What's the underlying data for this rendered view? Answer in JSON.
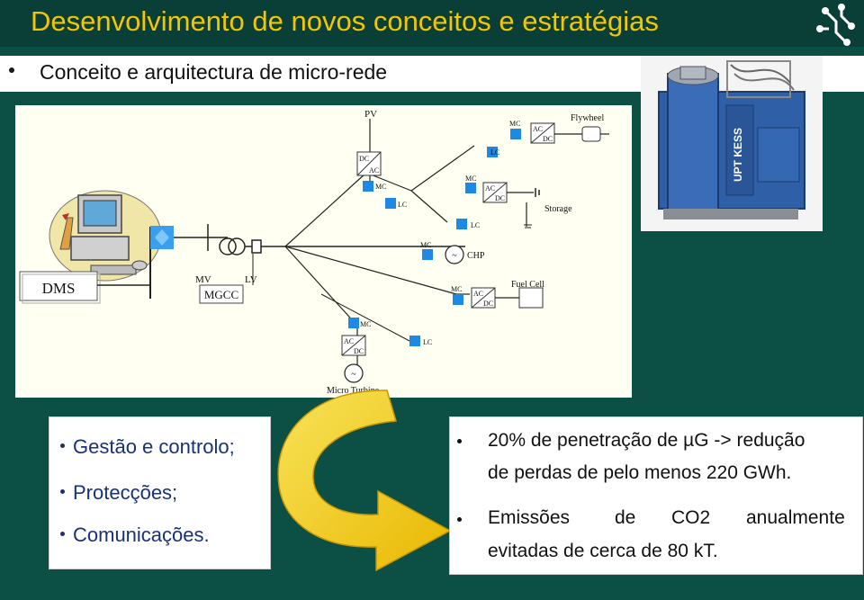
{
  "slide": {
    "title": "Desenvolvimento de novos conceitos e estratégias",
    "subtitle": "Conceito e arquitectura de micro-rede"
  },
  "diagram": {
    "dms": "DMS",
    "mgcc": "MGCC",
    "mv": "MV",
    "lv": "LV",
    "pv": "PV",
    "flywheel": "Flywheel",
    "storage": "Storage",
    "chp": "CHP",
    "fuel_cell": "Fuel Cell",
    "micro_turbine": "Micro Turbine",
    "mc": "MC",
    "lc": "LC",
    "ac": "AC",
    "dc": "DC",
    "gen_symbol": "~"
  },
  "photo": {
    "label": "UPT KESS"
  },
  "left_panel": {
    "items": [
      "Gestão e controlo;",
      "Protecções;",
      "Comunicações."
    ]
  },
  "right_panel": {
    "bullet1_line1": "20% de penetração de µG -> redução",
    "bullet1_line2": "de perdas de pelo menos 220 GWh.",
    "bullet2_w1": "Emissões",
    "bullet2_w2": "de",
    "bullet2_w3": "CO2",
    "bullet2_w4": "anualmente",
    "bullet2_line2": "evitadas de cerca de 80 kT."
  },
  "colors": {
    "background": "#0c4f45",
    "title": "#f4c600",
    "controller_blue": "#1e88e5",
    "arrow_yellow": "#f5d000",
    "left_text": "#18317a"
  }
}
